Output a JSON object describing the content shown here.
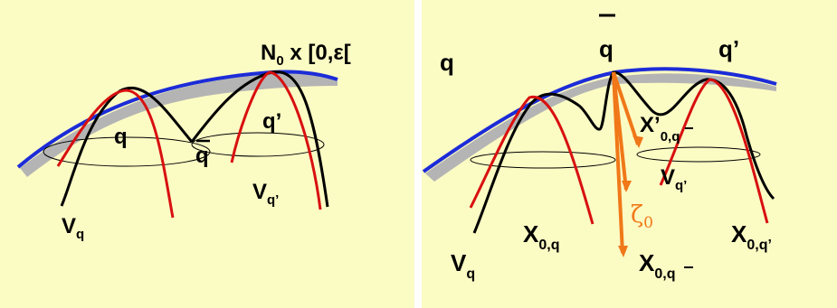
{
  "colors": {
    "panel_bg": "#fbfbc4",
    "divider": "#ffffff",
    "boundary_blue": "#1c2cd8",
    "collar_gray": "#b4b4b4",
    "curve_black": "#000000",
    "curve_red": "#d81010",
    "arrow_orange": "#f07818"
  },
  "left_panel": {
    "label_boundary_main": "N",
    "label_boundary_sub": "0",
    "label_boundary_rest": " x [0,ε[",
    "label_q": "q",
    "label_qbar": "q",
    "label_qprime": "q’",
    "label_Vq_main": "V",
    "label_Vq_sub": "q",
    "label_Vqp_main": "V",
    "label_Vqp_sub": "q’"
  },
  "right_panel": {
    "label_q": "q",
    "label_qbar": "q",
    "label_qprime": "q’",
    "label_Xp_main": "X’",
    "label_Xp_sub": "0,q",
    "label_Vqp_main": "V",
    "label_Vqp_sub": "q’",
    "label_zeta_main": "ζ",
    "label_zeta_sub": "0",
    "label_Vq_main": "V",
    "label_Vq_sub": "q",
    "label_X0q_main": "X",
    "label_X0q_sub": "0,q",
    "label_X0qbar_main": "X",
    "label_X0qbar_sub": "0,q",
    "label_X0qp_main": "X",
    "label_X0qp_sub": "0,q’"
  }
}
